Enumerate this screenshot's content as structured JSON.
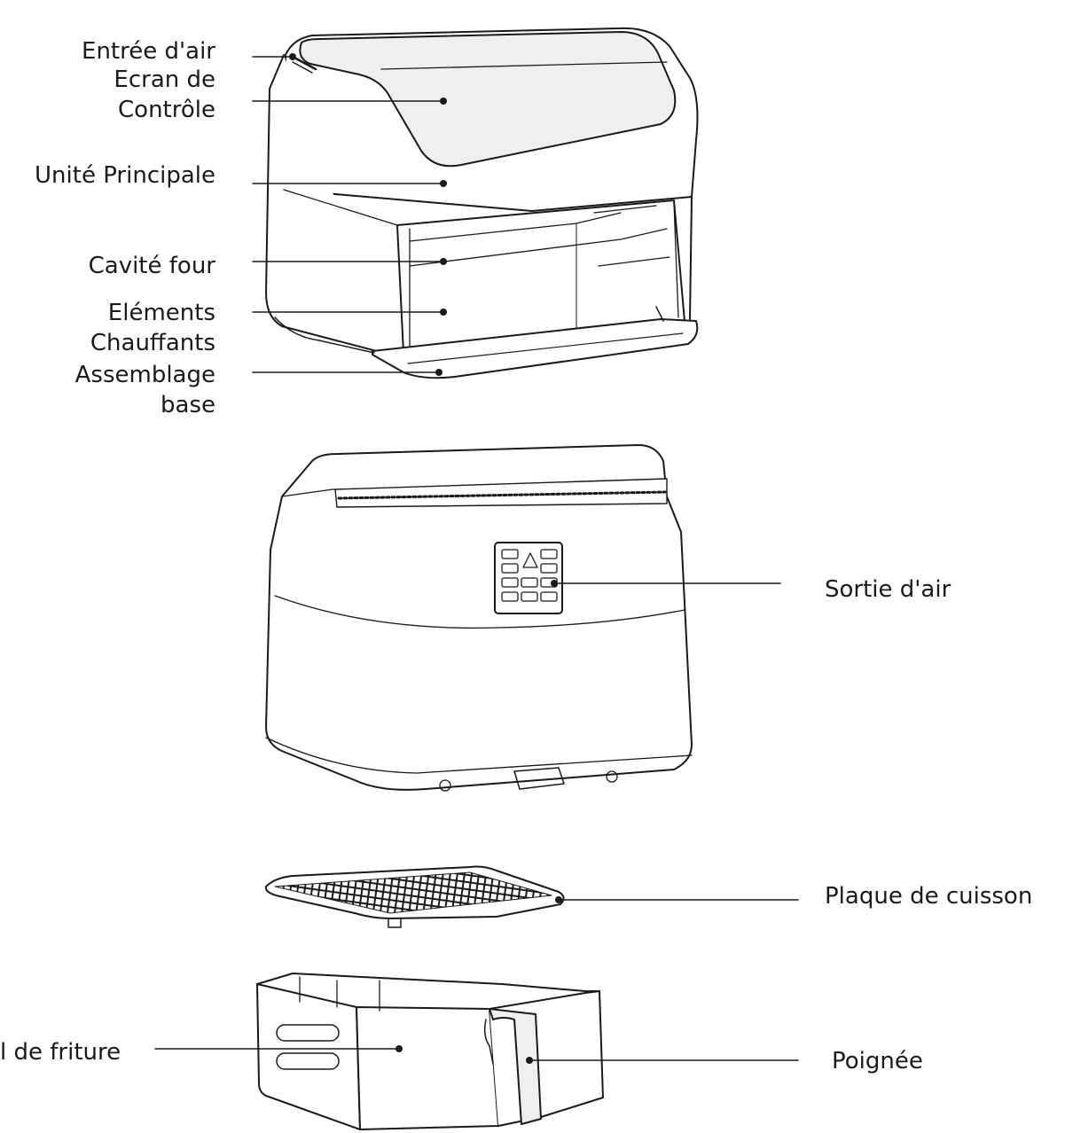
{
  "diagram": {
    "labels": {
      "air_inlet": [
        "Entrée d'air"
      ],
      "control_screen": [
        "Ecran de",
        "Contrôle"
      ],
      "main_unit": [
        "Unité Principale"
      ],
      "oven_cavity": [
        "Cavité four"
      ],
      "heating_elements": [
        "Eléments",
        "Chauffants"
      ],
      "base_assembly": [
        "Assemblage",
        "base"
      ],
      "air_outlet": [
        "Sortie d'air"
      ],
      "cooking_plate": [
        "Plaque de cuisson"
      ],
      "frying_basket": [
        "l de friture"
      ],
      "handle": [
        "Poignée"
      ]
    },
    "colors": {
      "line": "#1a1a1a",
      "body_fill": "#ffffff",
      "panel_fill": "#efefef"
    }
  }
}
